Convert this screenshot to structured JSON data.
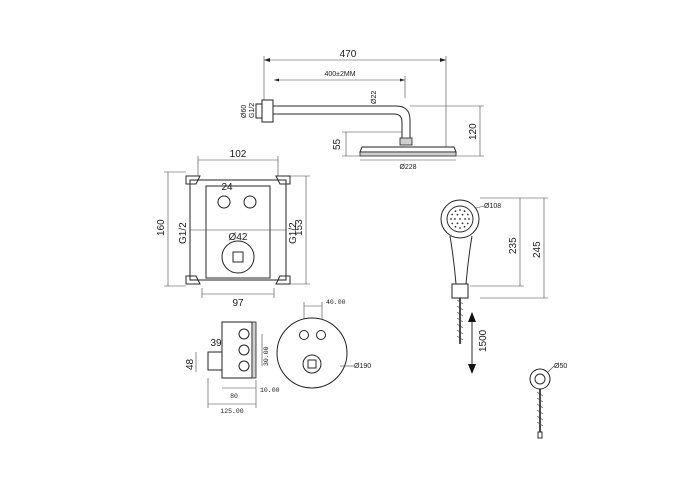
{
  "head_arm": {
    "total_length": "470",
    "arm_length": "400±2MM",
    "pipe_dia": "Ø22",
    "thread": "G1/2",
    "flange_dia": "Ø60",
    "drop": "55",
    "height": "120",
    "head_dia": "Ø228"
  },
  "mixer_front": {
    "width": "102",
    "button_dia": "24",
    "height": "160",
    "inner_height": "153",
    "inlet_left": "G1/2",
    "inlet_right": "G1/2",
    "center_dia": "Ø42",
    "base_width": "97"
  },
  "mixer_side": {
    "depth_a": "39",
    "height_a": "48",
    "spacing": "30.00",
    "offset_a": "10.00",
    "offset_b": "80",
    "total_depth": "125.00"
  },
  "faceplate": {
    "button_spacing": "40.00",
    "plate_dia": "Ø190"
  },
  "hand_shower": {
    "head_dia": "Ø108",
    "length_a": "235",
    "length_b": "245"
  },
  "hose": {
    "length": "1500"
  },
  "outlet": {
    "dia": "Ø50"
  }
}
